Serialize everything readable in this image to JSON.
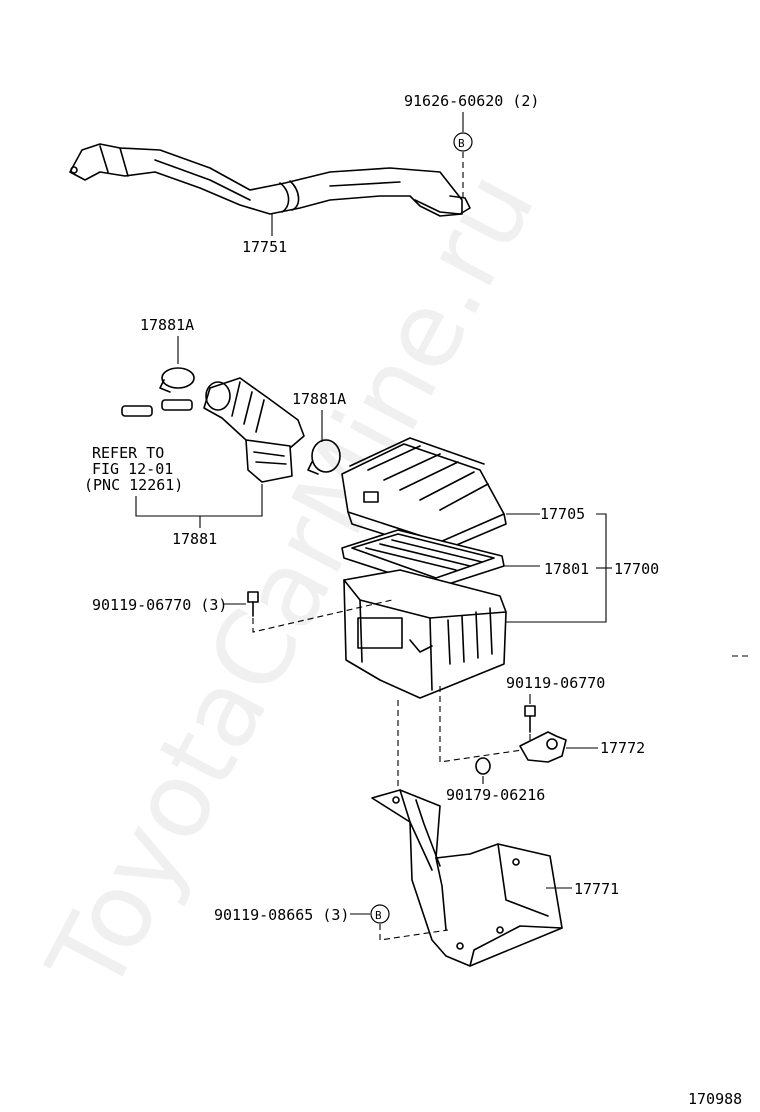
{
  "watermark": "ToyotaCarMine.ru",
  "figure_number": "170988",
  "callouts": {
    "p91626": "91626-60620 (2)",
    "p17751": "17751",
    "p17881A_top": "17881A",
    "p17881A_right": "17881A",
    "refer_line1": "REFER TO",
    "refer_line2": "FIG 12-01",
    "refer_line3": "(PNC 12261)",
    "p17881": "17881",
    "p17705": "17705",
    "p17801": "17801",
    "p17700": "17700",
    "p90119_06770_3": "90119-06770 (3)",
    "p90119_06770": "90119-06770",
    "p17772": "17772",
    "p90179": "90179-06216",
    "p17771": "17771",
    "p90119_08665": "90119-08665 (3)"
  },
  "markers": {
    "b_top": "B",
    "b_bottom": "B"
  }
}
